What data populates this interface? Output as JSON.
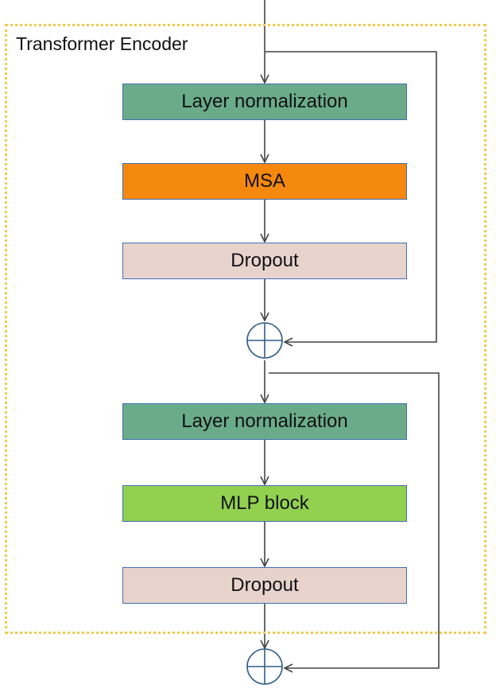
{
  "diagram": {
    "title": "Transformer Encoder",
    "blocks": [
      {
        "label": "Layer normalization",
        "color": "#6aac89"
      },
      {
        "label": "MSA",
        "color": "#f5880f"
      },
      {
        "label": "Dropout",
        "color": "#e7d3cc"
      },
      {
        "label": "Layer normalization",
        "color": "#6aac89"
      },
      {
        "label": "MLP block",
        "color": "#92d050"
      },
      {
        "label": "Dropout",
        "color": "#e7d3cc"
      }
    ],
    "adders": [
      {
        "symbol": "sum-icon"
      },
      {
        "symbol": "sum-icon"
      }
    ],
    "frame_color": "#f2c94c",
    "line_color": "#444444",
    "adder_color": "#2e5f8a"
  }
}
